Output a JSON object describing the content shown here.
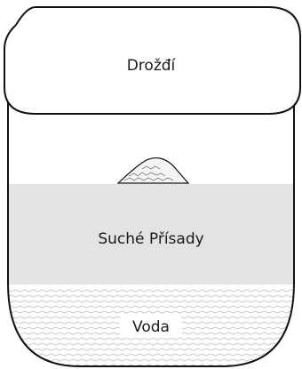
{
  "labels": {
    "lid": "Drožđí",
    "middle_layer": "Suché Přísady",
    "bottom_layer": "Voda"
  },
  "colors": {
    "outline": "#111111",
    "middle_fill": "#e3e3e3",
    "water_lines": "#b8b8b8",
    "white": "#ffffff"
  }
}
